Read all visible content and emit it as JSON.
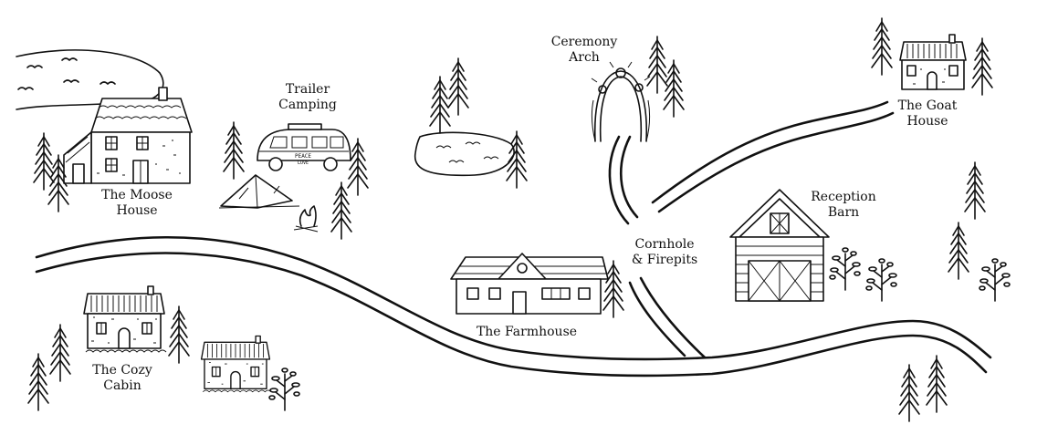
{
  "map": {
    "locations": [
      {
        "id": "moose-house",
        "lines": [
          "The Moose",
          "House"
        ]
      },
      {
        "id": "trailer-camping",
        "lines": [
          "Trailer",
          "Camping"
        ]
      },
      {
        "id": "ceremony-arch",
        "lines": [
          "Ceremony",
          "Arch"
        ]
      },
      {
        "id": "goat-house",
        "lines": [
          "The Goat",
          "House"
        ]
      },
      {
        "id": "reception-barn",
        "lines": [
          "Reception",
          "Barn"
        ]
      },
      {
        "id": "cornhole-firepits",
        "lines": [
          "Cornhole",
          "& Firepits"
        ]
      },
      {
        "id": "farmhouse",
        "lines": [
          "The Farmhouse"
        ]
      },
      {
        "id": "cozy-cabin",
        "lines": [
          "The Cozy",
          "Cabin"
        ]
      }
    ],
    "van_text": [
      "PEACE",
      "LOVE"
    ]
  }
}
